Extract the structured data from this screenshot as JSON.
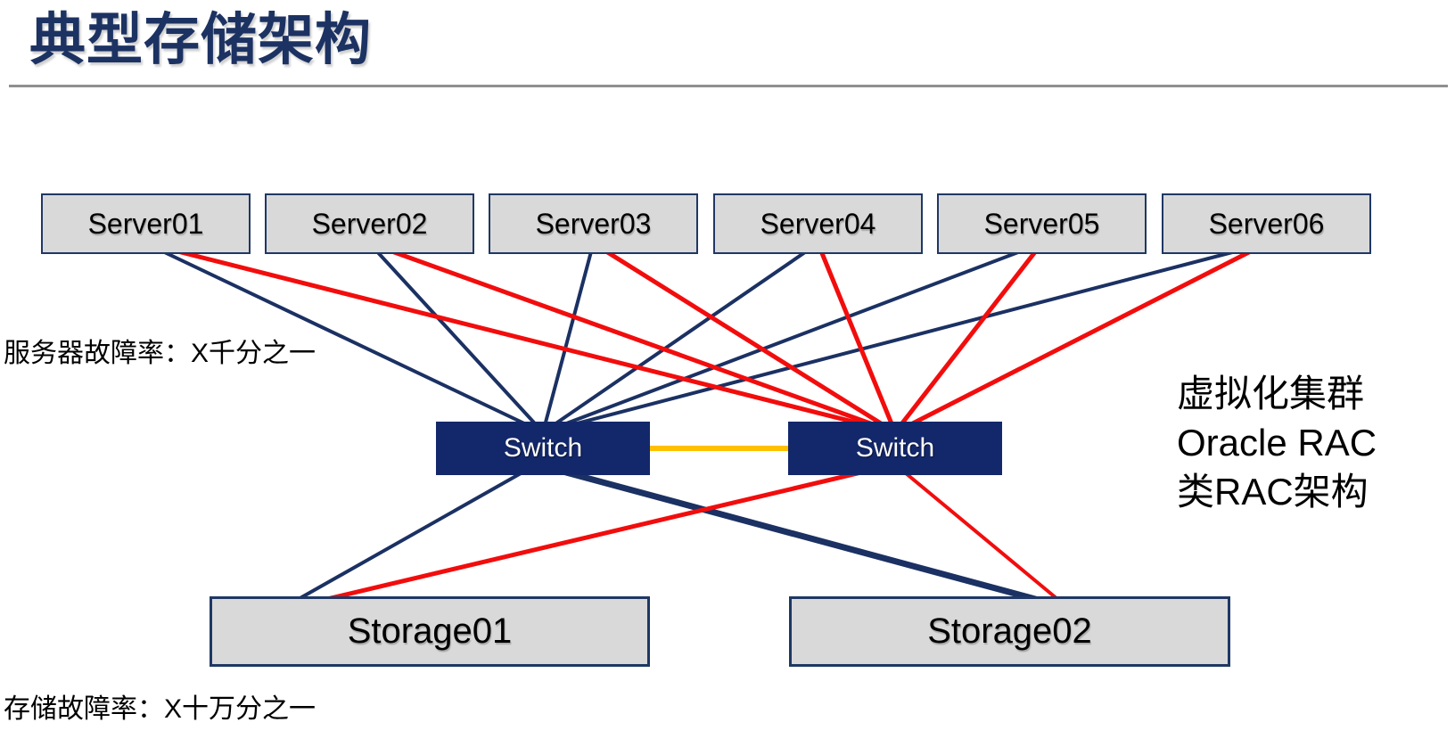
{
  "title": "典型存储架构",
  "labels": {
    "server_failure": "服务器故障率：X千分之一",
    "storage_failure": "存储故障率：X十万分之一"
  },
  "side_note": {
    "lines": [
      "虚拟化集群",
      "Oracle RAC",
      "类RAC架构"
    ]
  },
  "servers": [
    {
      "id": "server01",
      "label": "Server01"
    },
    {
      "id": "server02",
      "label": "Server02"
    },
    {
      "id": "server03",
      "label": "Server03"
    },
    {
      "id": "server04",
      "label": "Server04"
    },
    {
      "id": "server05",
      "label": "Server05"
    },
    {
      "id": "server06",
      "label": "Server06"
    }
  ],
  "switches": [
    {
      "id": "switchA",
      "label": "Switch"
    },
    {
      "id": "switchB",
      "label": "Switch"
    }
  ],
  "storages": [
    {
      "id": "storage01",
      "label": "Storage01"
    },
    {
      "id": "storage02",
      "label": "Storage02"
    }
  ],
  "colors": {
    "navy": "#1b3163",
    "red": "#f20d0d",
    "gold": "#ffc000",
    "box_fill": "#d9d9d9",
    "box_border": "#1f3864",
    "switch_fill": "#13276b",
    "title": "#1c3262",
    "divider": "#8f8f8f"
  },
  "connections": [
    {
      "from": "server01",
      "fromEdge": "bottom",
      "to": "switchA",
      "toEdge": "top",
      "color": "navy",
      "width": 4
    },
    {
      "from": "server02",
      "fromEdge": "bottom",
      "to": "switchA",
      "toEdge": "top",
      "color": "navy",
      "width": 4
    },
    {
      "from": "server03",
      "fromEdge": "bottom",
      "to": "switchA",
      "toEdge": "top",
      "color": "navy",
      "width": 4
    },
    {
      "from": "server04",
      "fromEdge": "bottom",
      "to": "switchA",
      "toEdge": "top",
      "color": "navy",
      "width": 4
    },
    {
      "from": "server05",
      "fromEdge": "bottom",
      "to": "switchA",
      "toEdge": "top",
      "color": "navy",
      "width": 4
    },
    {
      "from": "server06",
      "fromEdge": "bottom",
      "to": "switchA",
      "toEdge": "top",
      "color": "navy",
      "width": 4
    },
    {
      "from": "server01",
      "fromEdge": "bottom",
      "to": "switchB",
      "toEdge": "top",
      "color": "red",
      "width": 5
    },
    {
      "from": "server02",
      "fromEdge": "bottom",
      "to": "switchB",
      "toEdge": "top",
      "color": "red",
      "width": 5
    },
    {
      "from": "server03",
      "fromEdge": "bottom",
      "to": "switchB",
      "toEdge": "top",
      "color": "red",
      "width": 5
    },
    {
      "from": "server04",
      "fromEdge": "bottom",
      "to": "switchB",
      "toEdge": "top",
      "color": "red",
      "width": 5
    },
    {
      "from": "server05",
      "fromEdge": "bottom",
      "to": "switchB",
      "toEdge": "top",
      "color": "red",
      "width": 5
    },
    {
      "from": "server06",
      "fromEdge": "bottom",
      "to": "switchB",
      "toEdge": "top",
      "color": "red",
      "width": 5
    },
    {
      "from": "switchA",
      "fromEdge": "bottom",
      "fromFx": 0.47,
      "to": "storage01",
      "toEdge": "top",
      "toFx": 0.17,
      "color": "navy",
      "width": 4
    },
    {
      "from": "switchA",
      "fromEdge": "bottom",
      "fromFx": 0.47,
      "to": "storage02",
      "toEdge": "top",
      "toFx": 0.625,
      "color": "navy",
      "width": 7
    },
    {
      "from": "switchB",
      "fromEdge": "bottom",
      "fromFx": 0.5,
      "to": "storage01",
      "toEdge": "top",
      "toFx": 0.19,
      "color": "red",
      "width": 5
    },
    {
      "from": "switchB",
      "fromEdge": "bottom",
      "fromFx": 0.5,
      "to": "storage02",
      "toEdge": "top",
      "toFx": 0.63,
      "color": "red",
      "width": 4
    },
    {
      "from": "switchA",
      "fromEdge": "right",
      "to": "switchB",
      "toEdge": "left",
      "color": "gold",
      "width": 6
    }
  ]
}
